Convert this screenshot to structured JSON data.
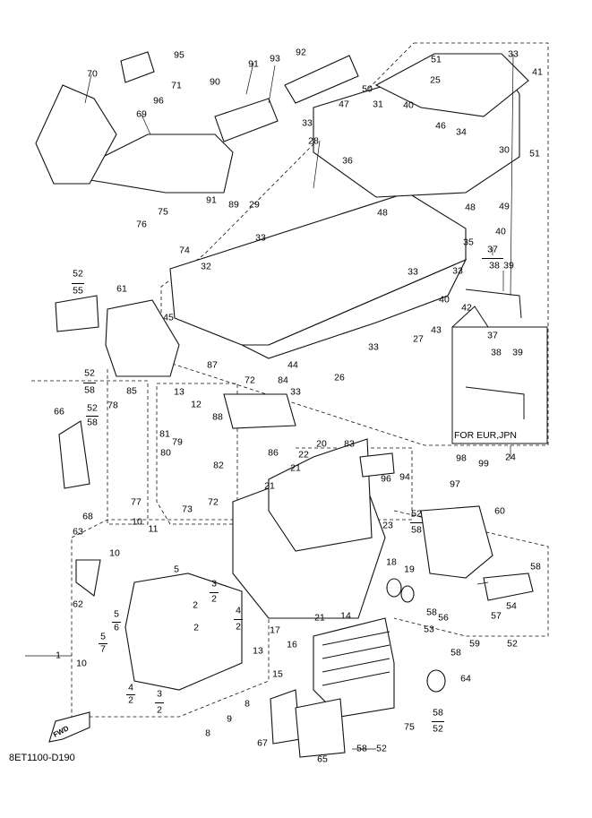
{
  "diagram_code": "8ET1100-D190",
  "inset_note": "FOR EUR,JPN",
  "fwd_label": "FWD",
  "part_numbers": [
    "1",
    "2",
    "3",
    "4",
    "5",
    "6",
    "7",
    "8",
    "9",
    "10",
    "11",
    "12",
    "13",
    "14",
    "15",
    "16",
    "17",
    "18",
    "19",
    "20",
    "21",
    "22",
    "23",
    "24",
    "25",
    "26",
    "27",
    "28",
    "29",
    "30",
    "31",
    "32",
    "33",
    "34",
    "35",
    "36",
    "37",
    "38",
    "39",
    "40",
    "41",
    "42",
    "43",
    "44",
    "45",
    "46",
    "47",
    "48",
    "49",
    "50",
    "51",
    "52",
    "53",
    "54",
    "55",
    "56",
    "57",
    "58",
    "59",
    "60",
    "61",
    "62",
    "63",
    "64",
    "65",
    "66",
    "67",
    "68",
    "69",
    "70",
    "71",
    "72",
    "73",
    "74",
    "75",
    "76",
    "77",
    "78",
    "79",
    "80",
    "81",
    "82",
    "83",
    "84",
    "85",
    "86",
    "87",
    "88",
    "89",
    "90",
    "91",
    "92",
    "93",
    "94",
    "95",
    "96",
    "97",
    "98",
    "99"
  ]
}
